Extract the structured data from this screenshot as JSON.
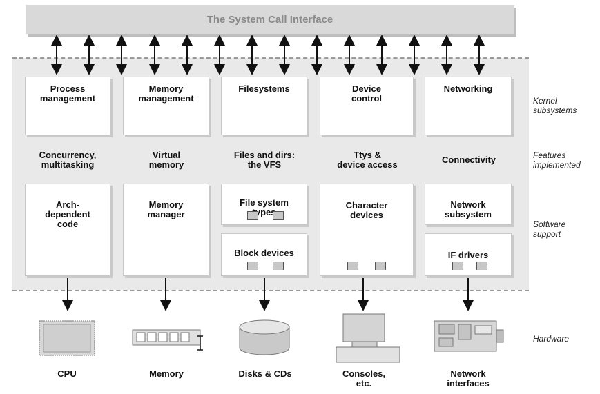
{
  "header": {
    "title": "The System Call Interface"
  },
  "subsystems": [
    {
      "label": "Process\nmanagement"
    },
    {
      "label": "Memory\nmanagement"
    },
    {
      "label": "Filesystems"
    },
    {
      "label": "Device\ncontrol"
    },
    {
      "label": "Networking"
    }
  ],
  "features": [
    {
      "label": "Concurrency,\nmultitasking"
    },
    {
      "label": "Virtual\nmemory"
    },
    {
      "label": "Files and dirs:\nthe VFS"
    },
    {
      "label": "Ttys &\ndevice access"
    },
    {
      "label": "Connectivity"
    }
  ],
  "software": {
    "arch": "Arch-\ndependent\ncode",
    "memmgr": "Memory\nmanager",
    "fstypes": "File system\ntypes",
    "blockdev": "Block devices",
    "chardev": "Character\ndevices",
    "netsub": "Network\nsubsystem",
    "ifdrivers": "IF drivers"
  },
  "side_labels": {
    "kernel": "Kernel\nsubsystems",
    "features": "Features\nimplemented",
    "software": "Software\nsupport",
    "hardware": "Hardware"
  },
  "hardware": [
    {
      "label": "CPU",
      "icon": "cpu-icon"
    },
    {
      "label": "Memory",
      "icon": "memory-icon"
    },
    {
      "label": "Disks & CDs",
      "icon": "disk-icon"
    },
    {
      "label": "Consoles,\netc.",
      "icon": "console-icon"
    },
    {
      "label": "Network\ninterfaces",
      "icon": "network-card-icon"
    }
  ]
}
